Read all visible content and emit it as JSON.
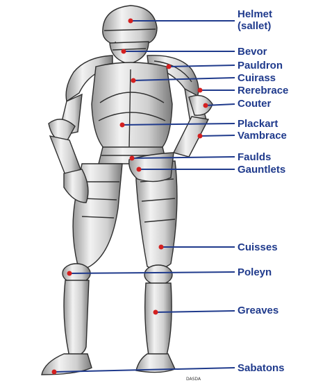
{
  "colors": {
    "label": "#1f3a8c",
    "leader": "#1f3a8c",
    "marker": "#d42020",
    "armor_light": "#e4e4e4",
    "armor_mid": "#b8b8b8",
    "armor_dark": "#3a3a3a"
  },
  "labels": [
    {
      "id": "helmet",
      "text": "Helmet\n(sallet)"
    },
    {
      "id": "bevor",
      "text": "Bevor"
    },
    {
      "id": "pauldron",
      "text": "Pauldron"
    },
    {
      "id": "cuirass",
      "text": "Cuirass"
    },
    {
      "id": "rerebrace",
      "text": "Rerebrace"
    },
    {
      "id": "couter",
      "text": "Couter"
    },
    {
      "id": "plackart",
      "text": "Plackart"
    },
    {
      "id": "vambrace",
      "text": "Vambrace"
    },
    {
      "id": "faulds",
      "text": "Faulds"
    },
    {
      "id": "gauntlets",
      "text": "Gauntlets"
    },
    {
      "id": "cuisses",
      "text": "Cuisses"
    },
    {
      "id": "poleyn",
      "text": "Poleyn"
    },
    {
      "id": "greaves",
      "text": "Greaves"
    },
    {
      "id": "sabatons",
      "text": "Sabatons"
    }
  ],
  "illustration_credit": "DASDA"
}
